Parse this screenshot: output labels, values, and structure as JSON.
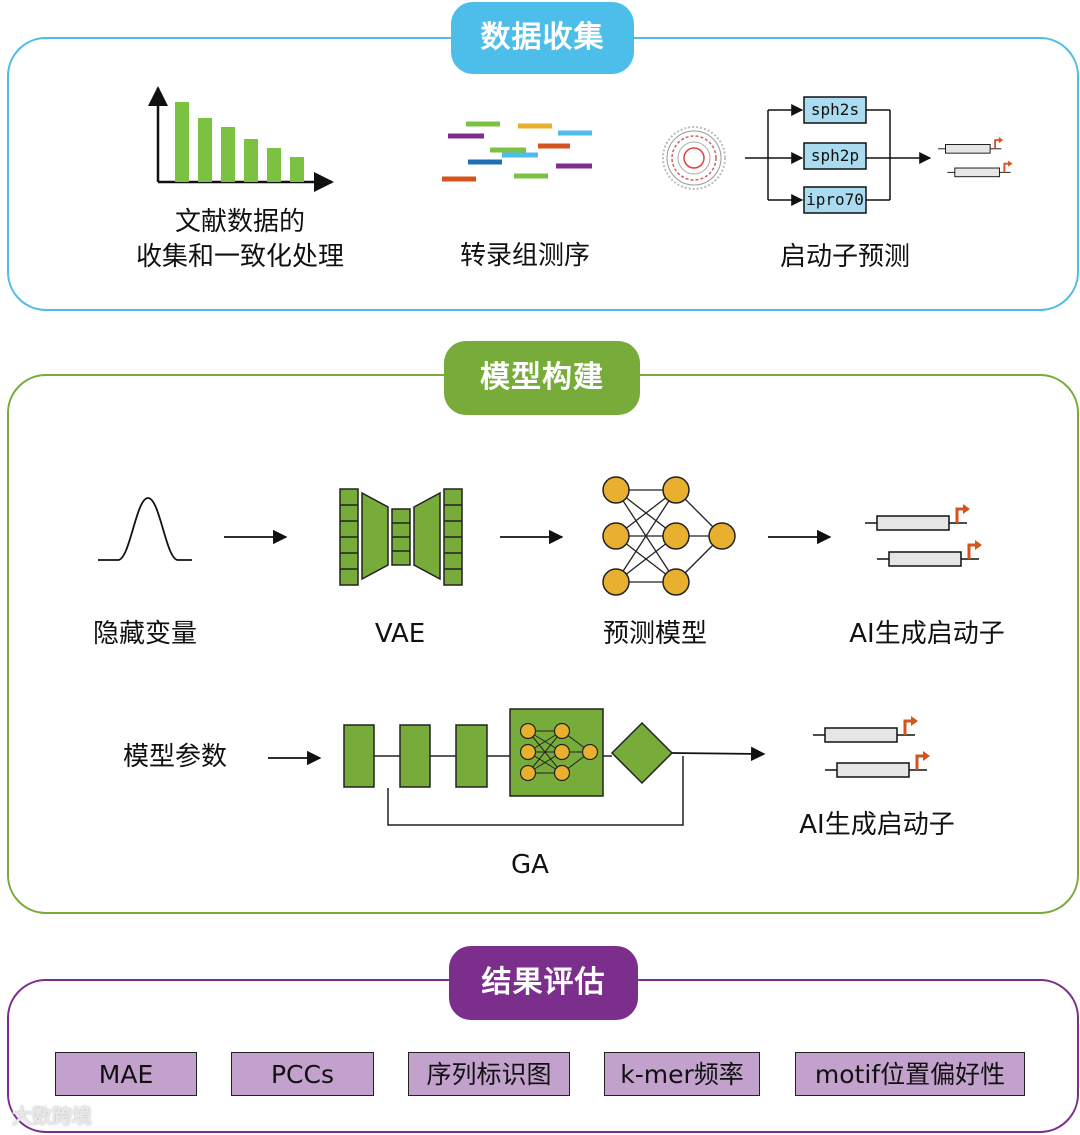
{
  "colors": {
    "blue": "#4dbde9",
    "green": "#77ac3a",
    "purple": "#7b2e8c",
    "bar_green": "#7cc242",
    "net_node": "#e8b02e",
    "promoter_arrow": "#d5531f",
    "box_cyan": "#a9dcf0",
    "eval_fill": "#c3a1cd"
  },
  "section1": {
    "title": "数据收集",
    "label_literature_1": "文献数据的",
    "label_literature_2": "收集和一致化处理",
    "label_rnaseq": "转录组测序",
    "label_promoter_pred": "启动子预测",
    "tools": [
      "sph2s",
      "sph2p",
      "ipro70"
    ]
  },
  "section2": {
    "title": "模型构建",
    "label_latent": "隐藏变量",
    "label_vae": "VAE",
    "label_predictor": "预测模型",
    "label_ai_promoter_1": "AI生成启动子",
    "label_params": "模型参数",
    "label_ga": "GA",
    "label_ai_promoter_2": "AI生成启动子"
  },
  "section3": {
    "title": "结果评估",
    "metrics": [
      "MAE",
      "PCCs",
      "序列标识图",
      "k-mer频率",
      "motif位置偏好性"
    ]
  },
  "watermark": "大数跨境"
}
